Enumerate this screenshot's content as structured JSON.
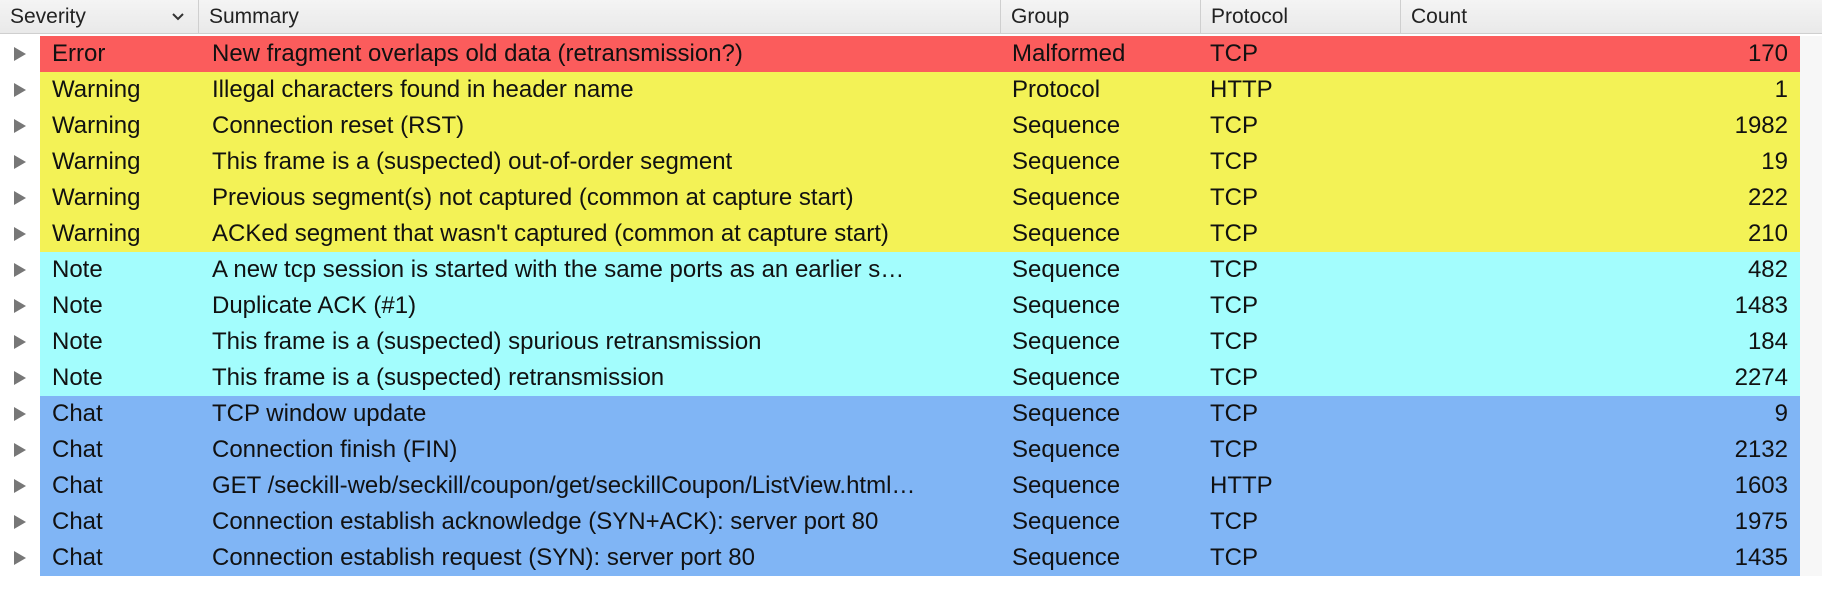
{
  "columns": {
    "severity": "Severity",
    "summary": "Summary",
    "group": "Group",
    "protocol": "Protocol",
    "count": "Count"
  },
  "colors": {
    "Error": "#fb5c5c",
    "Warning": "#f3f256",
    "Note": "#a3fdfd",
    "Chat": "#80b5f5"
  },
  "rows": [
    {
      "severity": "Error",
      "summary": "New fragment overlaps old data (retransmission?)",
      "group": "Malformed",
      "protocol": "TCP",
      "count": "170"
    },
    {
      "severity": "Warning",
      "summary": "Illegal characters found in header name",
      "group": "Protocol",
      "protocol": "HTTP",
      "count": "1"
    },
    {
      "severity": "Warning",
      "summary": "Connection reset (RST)",
      "group": "Sequence",
      "protocol": "TCP",
      "count": "1982"
    },
    {
      "severity": "Warning",
      "summary": "This frame is a (suspected) out-of-order segment",
      "group": "Sequence",
      "protocol": "TCP",
      "count": "19"
    },
    {
      "severity": "Warning",
      "summary": "Previous segment(s) not captured (common at capture start)",
      "group": "Sequence",
      "protocol": "TCP",
      "count": "222"
    },
    {
      "severity": "Warning",
      "summary": "ACKed segment that wasn't captured (common at capture start)",
      "group": "Sequence",
      "protocol": "TCP",
      "count": "210"
    },
    {
      "severity": "Note",
      "summary": "A new tcp session is started with the same ports as an earlier s…",
      "group": "Sequence",
      "protocol": "TCP",
      "count": "482"
    },
    {
      "severity": "Note",
      "summary": "Duplicate ACK (#1)",
      "group": "Sequence",
      "protocol": "TCP",
      "count": "1483"
    },
    {
      "severity": "Note",
      "summary": "This frame is a (suspected) spurious retransmission",
      "group": "Sequence",
      "protocol": "TCP",
      "count": "184"
    },
    {
      "severity": "Note",
      "summary": "This frame is a (suspected) retransmission",
      "group": "Sequence",
      "protocol": "TCP",
      "count": "2274"
    },
    {
      "severity": "Chat",
      "summary": "TCP window update",
      "group": "Sequence",
      "protocol": "TCP",
      "count": "9"
    },
    {
      "severity": "Chat",
      "summary": "Connection finish (FIN)",
      "group": "Sequence",
      "protocol": "TCP",
      "count": "2132"
    },
    {
      "severity": "Chat",
      "summary": "GET /seckill-web/seckill/coupon/get/seckillCoupon/ListView.html…",
      "group": "Sequence",
      "protocol": "HTTP",
      "count": "1603"
    },
    {
      "severity": "Chat",
      "summary": "Connection establish acknowledge (SYN+ACK): server port 80",
      "group": "Sequence",
      "protocol": "TCP",
      "count": "1975"
    },
    {
      "severity": "Chat",
      "summary": "Connection establish request (SYN): server port 80",
      "group": "Sequence",
      "protocol": "TCP",
      "count": "1435"
    }
  ]
}
